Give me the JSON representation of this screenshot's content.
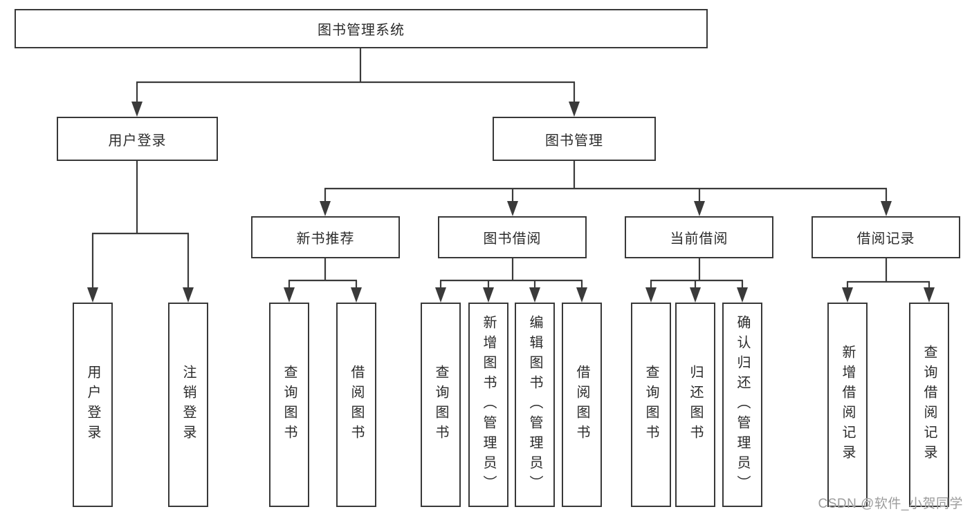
{
  "diagram": {
    "title": "图书管理系统",
    "watermark": "CSDN @软件_小贺同学",
    "colors": {
      "line": "#3a3a3a",
      "box_border": "#383838",
      "box_fill": "#ffffff",
      "text": "#2b2b2b",
      "watermark": "#9c9c9c"
    },
    "tree": {
      "label": "图书管理系统",
      "children": [
        {
          "label": "用户登录",
          "children": [
            {
              "label": "用户登录"
            },
            {
              "label": "注销登录"
            }
          ]
        },
        {
          "label": "图书管理",
          "children": [
            {
              "label": "新书推荐",
              "children": [
                {
                  "label": "查询图书"
                },
                {
                  "label": "借阅图书"
                }
              ]
            },
            {
              "label": "图书借阅",
              "children": [
                {
                  "label": "查询图书"
                },
                {
                  "label": "新增图书（管理员）"
                },
                {
                  "label": "编辑图书（管理员）"
                },
                {
                  "label": "借阅图书"
                }
              ]
            },
            {
              "label": "当前借阅",
              "children": [
                {
                  "label": "查询图书"
                },
                {
                  "label": "归还图书"
                },
                {
                  "label": "确认归还（管理员）"
                }
              ]
            },
            {
              "label": "借阅记录",
              "children": [
                {
                  "label": "新增借阅记录"
                },
                {
                  "label": "查询借阅记录"
                }
              ]
            }
          ]
        }
      ]
    }
  }
}
